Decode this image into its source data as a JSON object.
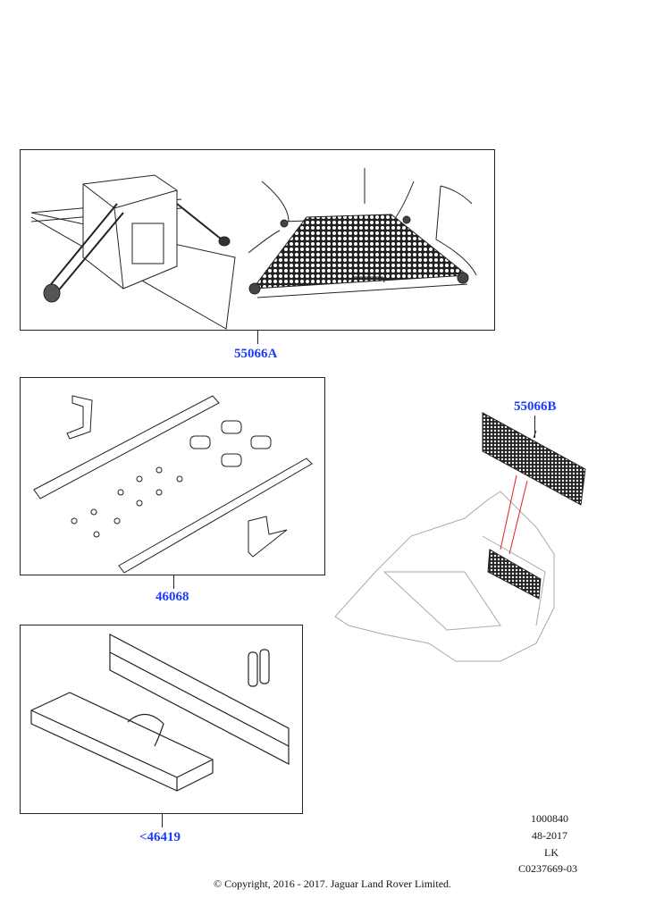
{
  "callouts": {
    "a": "55066A",
    "b": "55066B",
    "c": "46068",
    "d": "<46419"
  },
  "meta": {
    "line1": "1000840",
    "line2": "48-2017",
    "line3": "LK",
    "line4": "C0237669-03"
  },
  "copyright": "© Copyright, 2016 - 2017. Jaguar Land Rover Limited.",
  "colors": {
    "callout": "#1a3cff",
    "line": "#222222",
    "guide": "#e02020"
  }
}
